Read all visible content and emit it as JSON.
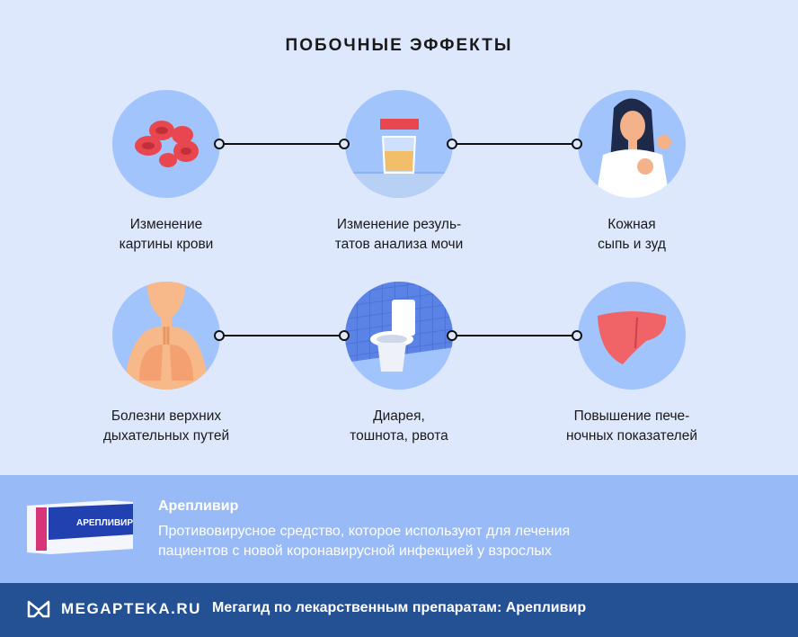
{
  "title": "ПОБОЧНЫЕ ЭФФЕКТЫ",
  "effects": [
    {
      "line1": "Изменение",
      "line2": "картины крови",
      "icon": "blood-cells-icon"
    },
    {
      "line1": "Изменение резуль-",
      "line2": "татов анализа мочи",
      "icon": "urine-container-icon"
    },
    {
      "line1": "Кожная",
      "line2": "сыпь и зуд",
      "icon": "itching-woman-icon"
    },
    {
      "line1": "Болезни верхних",
      "line2": "дыхательных путей",
      "icon": "respiratory-system-icon"
    },
    {
      "line1": "Диарея,",
      "line2": "тошнота, рвота",
      "icon": "toilet-icon"
    },
    {
      "line1": "Повышение пече-",
      "line2": "ночных показателей",
      "icon": "liver-icon"
    }
  ],
  "drug": {
    "name": "Арепливир",
    "description_line1": "Противовирусное средство, которое используют для лечения",
    "description_line2": "пациентов с новой коронавирусной инфекцией у взрослых",
    "pack_text": "АРЕПЛИВИР"
  },
  "footer": {
    "logo": "MEGAPTEKA.RU",
    "text": "Мегагид по лекарственным препаратам: Арепливир"
  },
  "colors": {
    "background": "#dee8fd",
    "circle": "#a0c4fb",
    "band": "#98bbf8",
    "footer": "#245193"
  }
}
